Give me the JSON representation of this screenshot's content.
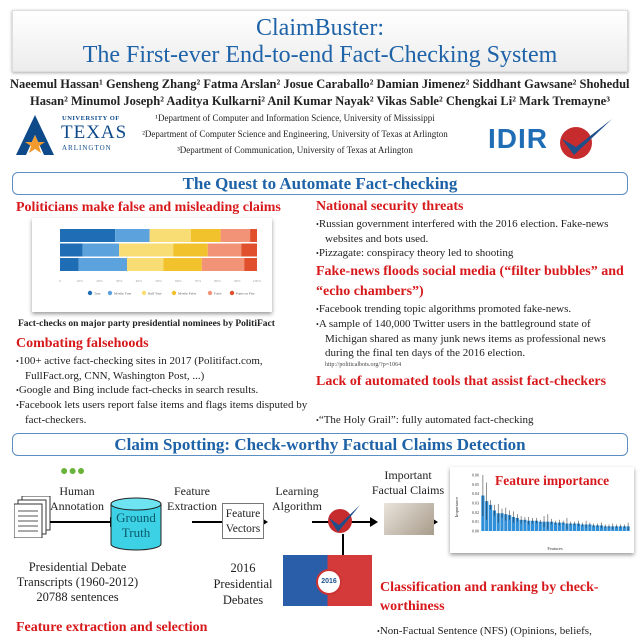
{
  "title": {
    "line1": "ClaimBuster:",
    "line2": "The First-ever End-to-end Fact-Checking System"
  },
  "authors": {
    "line1": "Naeemul Hassan¹ Gensheng Zhang² Fatma Arslan² Josue Caraballo² Damian Jimenez² Siddhant Gawsane² Shohedul",
    "line2": "Hasan² Minumol Joseph² Aaditya Kulkarni² Anil Kumar Nayak² Vikas Sable² Chengkai Li² Mark Tremayne³"
  },
  "departments": [
    "¹Department of Computer and Information Science, University of Mississippi",
    "²Department of Computer Science and Engineering, University of Texas at Arlington",
    "³Department of Communication, University of Texas at Arlington"
  ],
  "logos": {
    "uta": {
      "top": "UNIVERSITY OF",
      "middle": "TEXAS",
      "bottom": "ARLINGTON"
    },
    "idir": "IDIR"
  },
  "section1": {
    "title": "The Quest to Automate Fact-checking",
    "politicians": {
      "heading": "Politicians make false and misleading claims",
      "caption": "Fact-checks on major party presidential nominees by PolitiFact"
    },
    "combating": {
      "heading": "Combating falsehoods",
      "bullets": [
        "100+ active fact-checking sites in 2017 (Politifact.com, FullFact.org, CNN, Washington Post, ...)",
        "Google and Bing include fact-checks in search results.",
        "Facebook lets users report false items and flags items disputed by fact-checkers."
      ]
    },
    "security": {
      "heading": "National security threats",
      "bullets": [
        "Russian government interfered with the 2016 election. Fake-news websites and bots used.",
        "Pizzagate: conspiracy theory led to shooting"
      ]
    },
    "fakenews": {
      "heading": "Fake-news floods social media (“filter bubbles” and “echo chambers”)",
      "bullets": [
        "Facebook trending topic algorithms promoted fake-news.",
        "A sample of 140,000 Twitter users in the battleground state of Michigan shared as many junk news items as professional news during the final ten days of the 2016 election."
      ],
      "url": "http://politicalbots.org/?p=1064"
    },
    "tools": {
      "heading": "Lack of automated tools that assist fact-checkers",
      "bullets": [
        "“The Holy Grail”: fully automated fact-checking"
      ]
    }
  },
  "section2": {
    "title": "Claim Spotting: Check-worthy Factual Claims Detection",
    "diagram": {
      "human_annotation": "Human Annotation",
      "ground_truth": "Ground Truth",
      "feature_extraction": "Feature Extraction",
      "feature_vectors": "Feature Vectors",
      "learning_algorithm": "Learning Algorithm",
      "important_claims": "Important Factual Claims",
      "transcripts": [
        "Presidential Debate",
        "Transcripts (1960-2012)",
        "20788 sentences"
      ],
      "debates_2016": [
        "2016",
        "Presidential",
        "Debates"
      ],
      "badge": "2016"
    },
    "feature_heading": "Feature extraction and selection",
    "classification_heading": "Classification and ranking by check-worthiness",
    "nfs_bullet": "Non-Factual Sentence (NFS) (Opinions, beliefs,"
  },
  "chart_data": [
    {
      "type": "bar",
      "orientation": "horizontal-stacked",
      "categories": [
        "",
        "",
        ""
      ],
      "series": [
        {
          "name": "True",
          "color": "#1f6db5",
          "values": [
            28,
            11.5,
            9.5
          ]
        },
        {
          "name": "Mostly True",
          "color": "#5ca2dc",
          "values": [
            17.5,
            18.5,
            24.5
          ]
        },
        {
          "name": "Half True",
          "color": "#f8dc74",
          "values": [
            21,
            27.5,
            18.5
          ]
        },
        {
          "name": "Mostly False",
          "color": "#f2c22c",
          "values": [
            15,
            17.5,
            19.5
          ]
        },
        {
          "name": "False",
          "color": "#f29277",
          "values": [
            15,
            17,
            21.5
          ]
        },
        {
          "name": "Pants on Fire",
          "color": "#e0502c",
          "values": [
            3.5,
            8,
            6.5
          ]
        }
      ],
      "xticks": [
        "0",
        "10%",
        "20%",
        "30%",
        "40%",
        "50%",
        "60%",
        "70%",
        "80%",
        "90%",
        "100%"
      ],
      "xlim": [
        0,
        100
      ],
      "legend": "bottom"
    },
    {
      "type": "bar",
      "title": "Feature importance",
      "ylabel": "Importance",
      "xlabel": "Features",
      "ylim": [
        0,
        0.06
      ],
      "yticks": [
        "0.00",
        "0.01",
        "0.02",
        "0.03",
        "0.04",
        "0.05",
        "0.06"
      ],
      "values": [
        0.038,
        0.032,
        0.028,
        0.022,
        0.019,
        0.019,
        0.018,
        0.017,
        0.015,
        0.014,
        0.012,
        0.012,
        0.011,
        0.011,
        0.011,
        0.01,
        0.01,
        0.01,
        0.01,
        0.009,
        0.009,
        0.009,
        0.008,
        0.008,
        0.008,
        0.008,
        0.007,
        0.007,
        0.007,
        0.006,
        0.006,
        0.006,
        0.005,
        0.005,
        0.005,
        0.005,
        0.005,
        0.005,
        0.005
      ],
      "errors": [
        0.022,
        0.02,
        0.005,
        0.006,
        0.01,
        0.005,
        0.007,
        0.005,
        0.006,
        0.004,
        0.004,
        0.003,
        0.004,
        0.003,
        0.003,
        0.002,
        0.006,
        0.008,
        0.003,
        0.002,
        0.003,
        0.002,
        0.006,
        0.002,
        0.002,
        0.003,
        0.002,
        0.004,
        0.002,
        0.002,
        0.002,
        0.003,
        0.002,
        0.002,
        0.003,
        0.002,
        0.002,
        0.002,
        0.004
      ],
      "color": "#2f8fd8"
    }
  ]
}
